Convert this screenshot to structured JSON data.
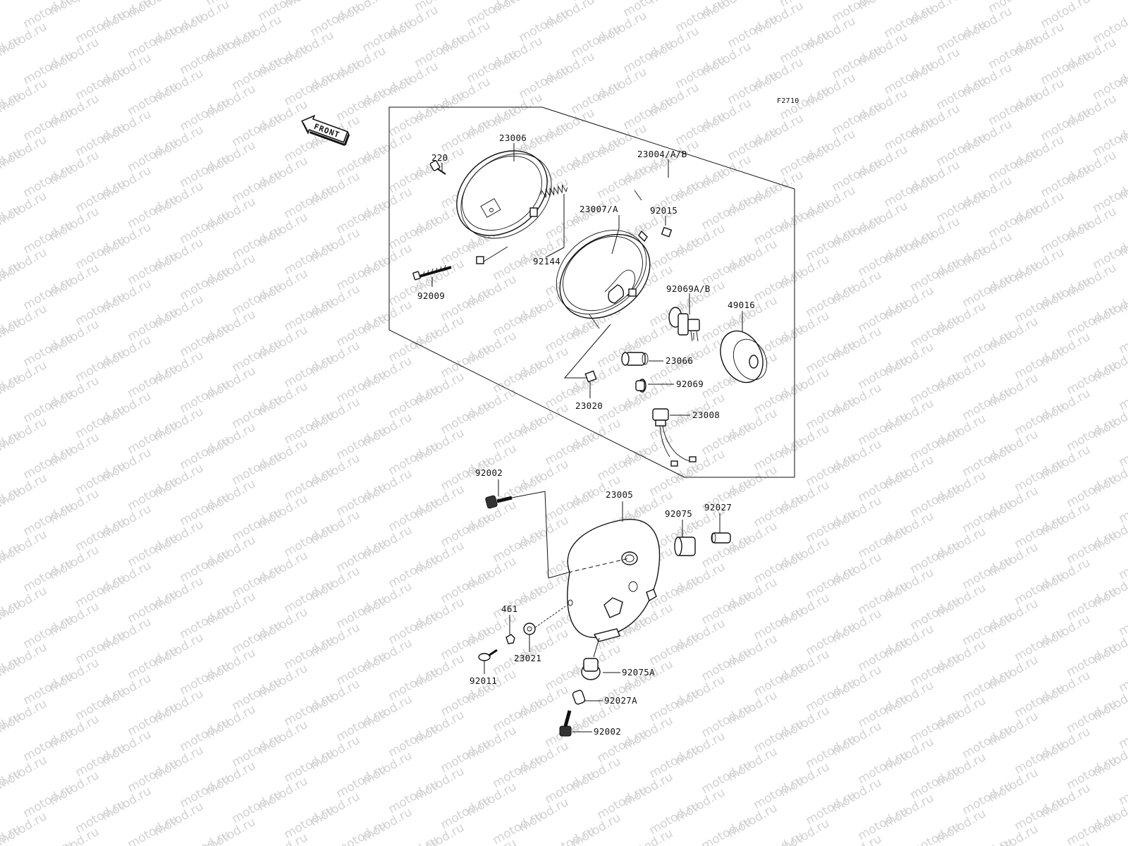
{
  "watermark": "motod.ru",
  "figure_code": "F2710",
  "front_label": "FRONT",
  "labels": {
    "l23006": "23006",
    "l220": "220",
    "l23004": "23004/A/B",
    "l23007": "23007/A",
    "l92015": "92015",
    "l92144": "92144",
    "l92009": "92009",
    "l92069ab": "92069A/B",
    "l49016": "49016",
    "l23066": "23066",
    "l92069": "92069",
    "l23020": "23020",
    "l23008": "23008",
    "l92002a": "92002",
    "l23005": "23005",
    "l92075": "92075",
    "l92027": "92027",
    "l461": "461",
    "l23021": "23021",
    "l92011": "92011",
    "l92075a": "92075A",
    "l92027a": "92027A",
    "l92002b": "92002"
  }
}
